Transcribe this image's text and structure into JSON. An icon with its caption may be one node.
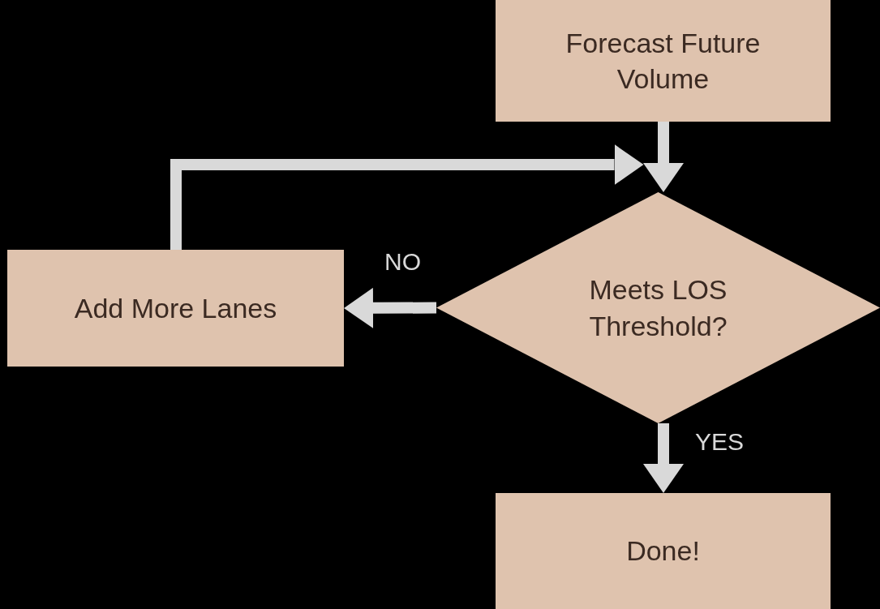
{
  "diagram": {
    "nodes": [
      {
        "text": [
          "Forecast Future Volume"
        ]
      },
      {
        "text": [
          "Meets LOS Threshold?"
        ]
      },
      {
        "text": [
          "Add More Lanes"
        ]
      },
      {
        "text": [
          "Done!"
        ]
      }
    ],
    "edges": [
      {
        "from": 0,
        "to": 1,
        "arrow": "to"
      },
      {
        "from": 1,
        "to": 2,
        "arrow": "to",
        "label": "NO"
      },
      {
        "from": 2,
        "to": 1,
        "arrow": "to"
      },
      {
        "from": 1,
        "to": 3,
        "arrow": "to",
        "label": "YES"
      }
    ]
  }
}
